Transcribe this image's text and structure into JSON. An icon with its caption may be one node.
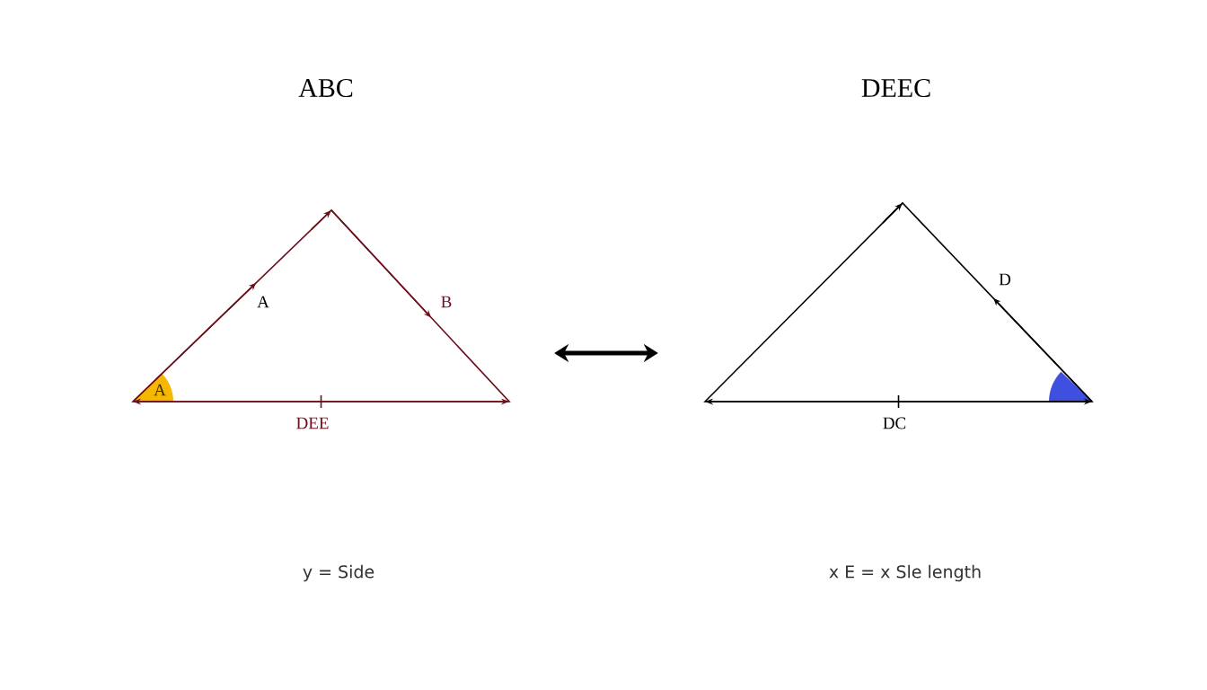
{
  "diagram": {
    "nodes": [
      {
        "text": [
          "ABC"
        ]
      },
      {
        "text": [
          "DEEC"
        ]
      }
    ],
    "edges": [
      {
        "from": 0,
        "to": 1,
        "arrow": "both"
      }
    ],
    "labels": [
      "A",
      "B",
      "A",
      "DEE",
      "D",
      "DC",
      "y = Side",
      "x E = x Sle length"
    ]
  }
}
